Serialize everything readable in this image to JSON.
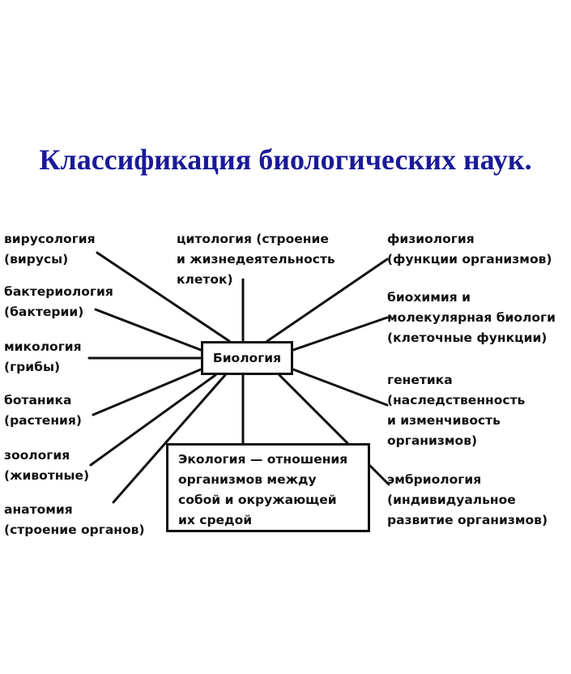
{
  "title": "Классификация биологических наук.",
  "center": "Биология",
  "top": {
    "lines": [
      "цитология (строение",
      "и жизнедеятельность",
      "клеток)"
    ]
  },
  "left": [
    {
      "lines": [
        "вирусология",
        "(вирусы)"
      ]
    },
    {
      "lines": [
        "бактериология",
        "(бактерии)"
      ]
    },
    {
      "lines": [
        "микология",
        "(грибы)"
      ]
    },
    {
      "lines": [
        "ботаника",
        "(растения)"
      ]
    },
    {
      "lines": [
        "зоология",
        "(животные)"
      ]
    },
    {
      "lines": [
        "анатомия",
        "(строение органов)"
      ]
    }
  ],
  "right": [
    {
      "lines": [
        "физиология",
        "(функции организмов)"
      ]
    },
    {
      "lines": [
        "биохимия и",
        "молекулярная биологи",
        "(клеточные функции)"
      ]
    },
    {
      "lines": [
        "генетика",
        "(наследственность",
        "и изменчивость",
        "организмов)"
      ]
    },
    {
      "lines": [
        "эмбриология",
        "(индивидуальное",
        "развитие организмов)"
      ]
    }
  ],
  "bottom": {
    "lines": [
      "Экология — отношения",
      "организмов между",
      "собой и окружающей",
      "их средой"
    ]
  }
}
